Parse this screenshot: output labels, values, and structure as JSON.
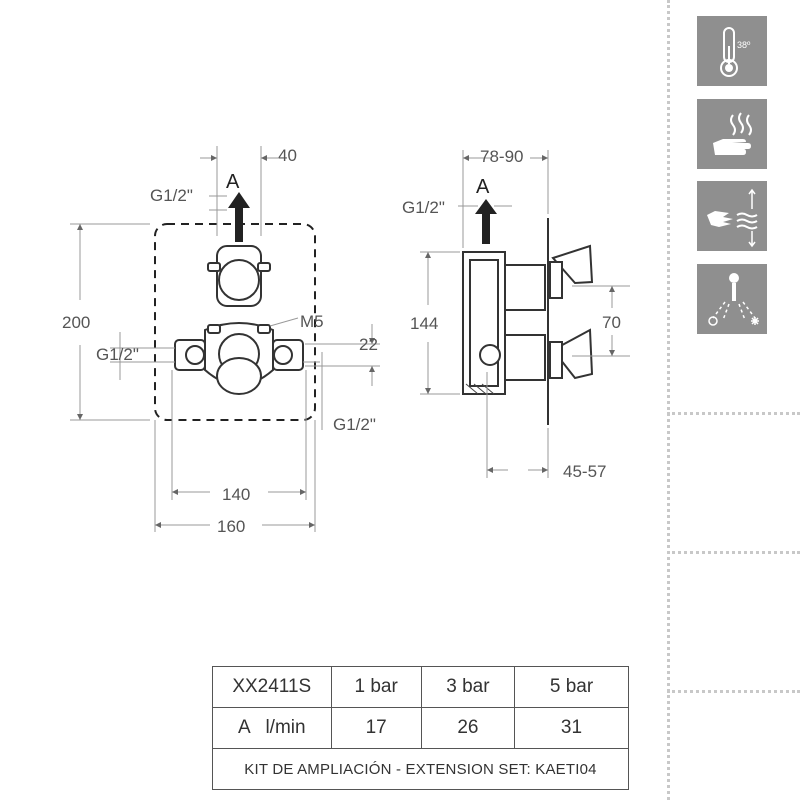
{
  "front_view": {
    "flow_label": "A",
    "dim_top_width": "40",
    "dim_height": "200",
    "dim_inner_width": "140",
    "dim_outer_width": "160",
    "dim_offset": "22",
    "outlet_thread": "G1/2\"",
    "left_inlet_thread": "G1/2\"",
    "right_inlet_thread": "G1/2\"",
    "screw_label": "M5"
  },
  "side_view": {
    "flow_label": "A",
    "dim_top_range": "78-90",
    "dim_height": "144",
    "dim_spacing": "70",
    "dim_bottom_range": "45-57",
    "outlet_thread": "G1/2\""
  },
  "sidebar": {
    "icons": [
      {
        "name": "thermometer-icon",
        "text": "38º"
      },
      {
        "name": "hand-warm-water-icon"
      },
      {
        "name": "hand-flow-adjust-icon"
      },
      {
        "name": "anti-scald-shower-icon"
      }
    ]
  },
  "flow_table": {
    "model": "XX2411S",
    "pressures": [
      "1 bar",
      "3 bar",
      "5 bar"
    ],
    "outlet": "A",
    "unit": "l/min",
    "flows": [
      "17",
      "26",
      "31"
    ],
    "kit_note": "KIT DE AMPLIACIÓN - EXTENSION SET: KAETI04"
  }
}
